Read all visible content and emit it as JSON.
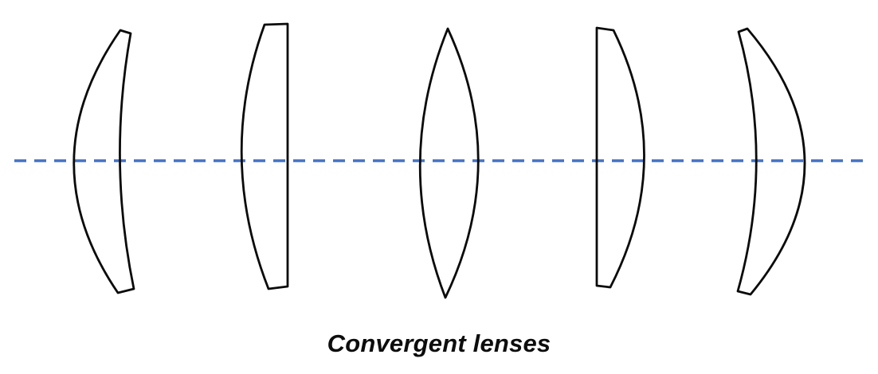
{
  "figure": {
    "caption": "Convergent lenses"
  },
  "axis": {
    "name": "optical-axis",
    "style": "dashed",
    "color": "#4472C4"
  },
  "colors": {
    "lens_stroke": "#0b0b0b",
    "background": "#ffffff"
  },
  "lenses": [
    {
      "type": "converging-meniscus-facing-left"
    },
    {
      "type": "plano-convex"
    },
    {
      "type": "biconvex"
    },
    {
      "type": "convex-plano"
    },
    {
      "type": "converging-meniscus-facing-right"
    }
  ]
}
